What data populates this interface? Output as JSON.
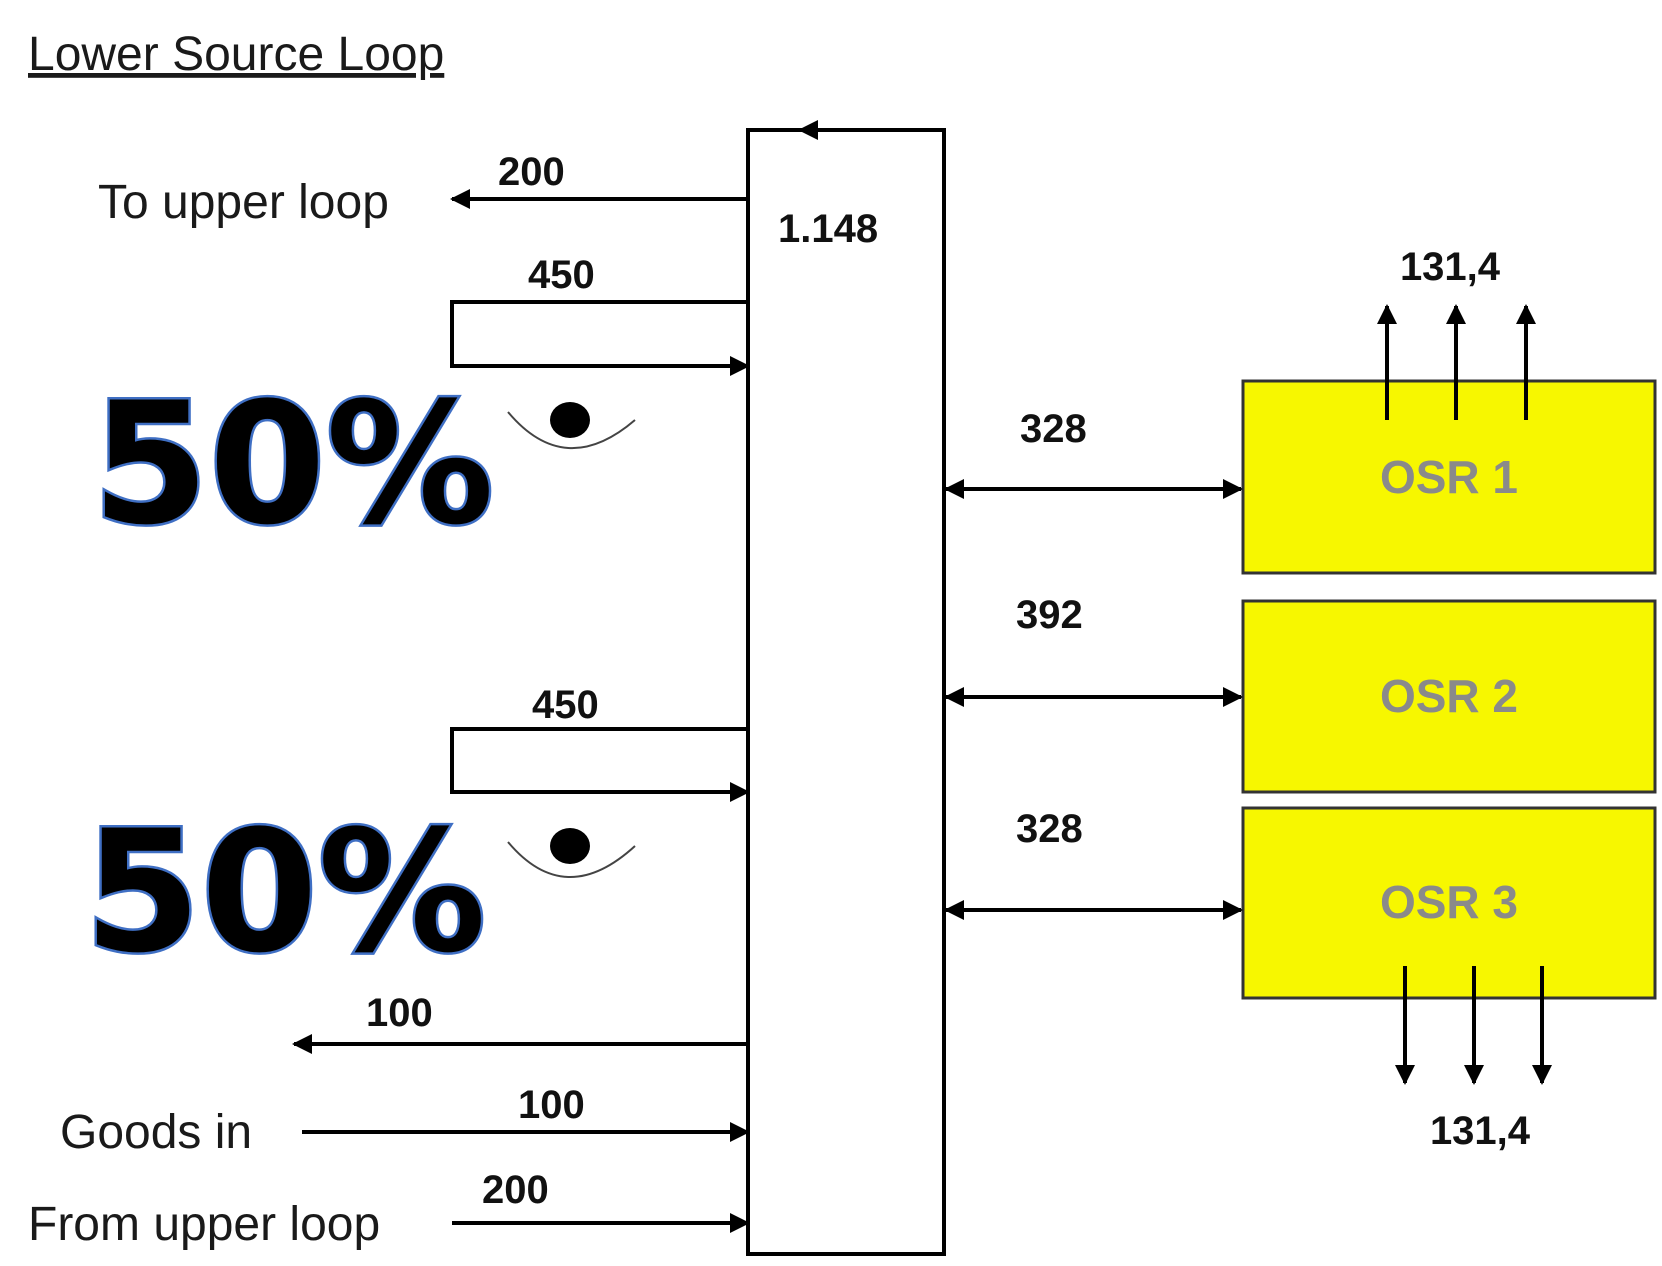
{
  "title": "Lower Source Loop",
  "labels": {
    "to_upper_loop": "To upper loop",
    "goods_in": "Goods in",
    "from_upper_loop": "From upper loop"
  },
  "center_value": "1.148",
  "flows": {
    "to_upper_loop": "200",
    "loop_top": "450",
    "loop_bottom": "450",
    "outflow_left": "100",
    "goods_in": "100",
    "from_upper_loop": "200",
    "osr1": "328",
    "osr2": "392",
    "osr3": "328",
    "osr_top_out": "131,4",
    "osr_bottom_out": "131,4"
  },
  "osr": [
    "OSR 1",
    "OSR 2",
    "OSR 3"
  ],
  "overlay": {
    "top_percent": "50%",
    "bottom_percent": "50%"
  },
  "icons": {
    "eye": "eye-icon"
  },
  "colors": {
    "osr_fill": "#f7f700",
    "osr_text": "#8a8a8a",
    "percent_fill": "#000000",
    "percent_outline": "#3f6fc4"
  }
}
